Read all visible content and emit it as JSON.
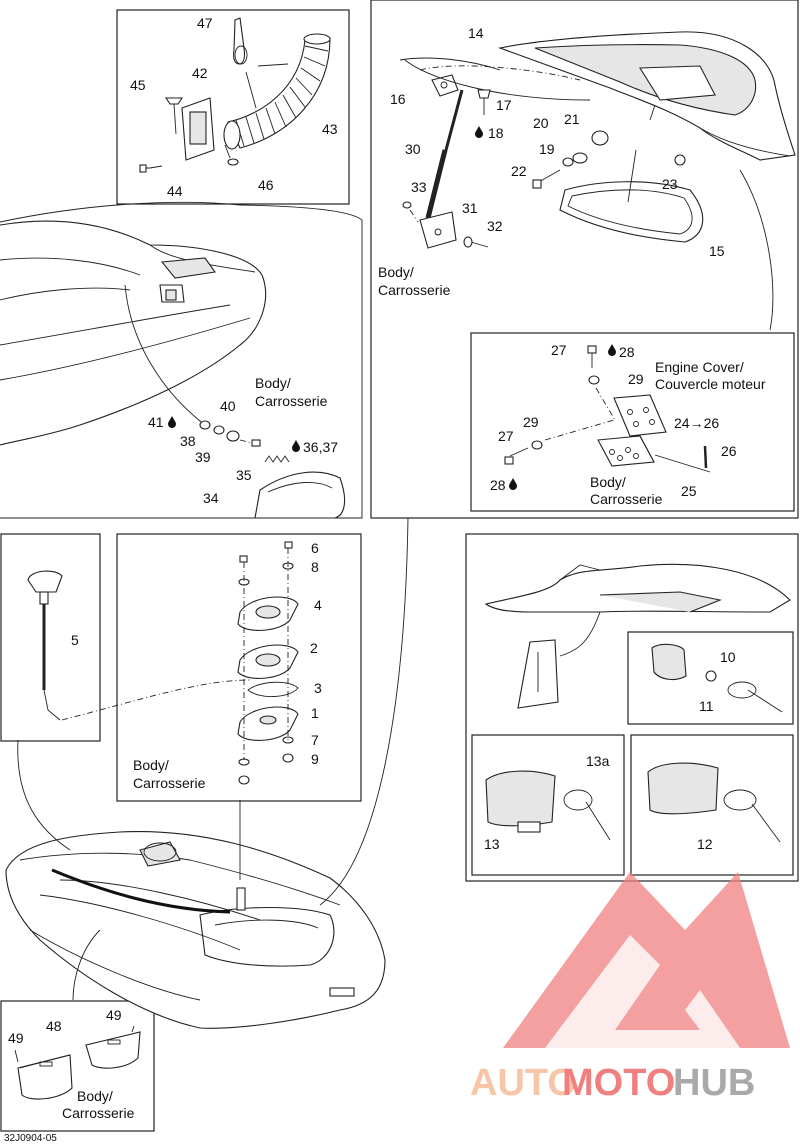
{
  "diagram_code": "32J0904-05",
  "watermark": {
    "part1": "AUTO",
    "part2": "MOTO",
    "part3": "HUB",
    "color_light": "#f6c6a6",
    "color_red": "#f08080",
    "color_gray": "#a9a9a9"
  },
  "body_label": [
    "Body/",
    "Carrosserie"
  ],
  "engine_cover_label": [
    "Engine Cover/",
    "Couvercle moteur"
  ],
  "callouts": {
    "c1": "1",
    "c2": "2",
    "c3": "3",
    "c4": "4",
    "c5": "5",
    "c6": "6",
    "c7": "7",
    "c8": "8",
    "c9": "9",
    "c10": "10",
    "c11": "11",
    "c12": "12",
    "c13": "13",
    "c13a": "13a",
    "c14": "14",
    "c15": "15",
    "c16": "16",
    "c17": "17",
    "c18": "18",
    "c19": "19",
    "c20": "20",
    "c21": "21",
    "c22": "22",
    "c23": "23",
    "c24": "24",
    "c24_26": "24→26",
    "c25": "25",
    "c26": "26",
    "c27": "27",
    "c28": "28",
    "c29": "29",
    "c30": "30",
    "c31": "31",
    "c32": "32",
    "c33": "33",
    "c34": "34",
    "c35": "35",
    "c36_37": "36,37",
    "c38": "38",
    "c39": "39",
    "c40": "40",
    "c41": "41",
    "c42": "42",
    "c43": "43",
    "c44": "44",
    "c45": "45",
    "c46": "46",
    "c47": "47",
    "c48": "48",
    "c49": "49"
  }
}
